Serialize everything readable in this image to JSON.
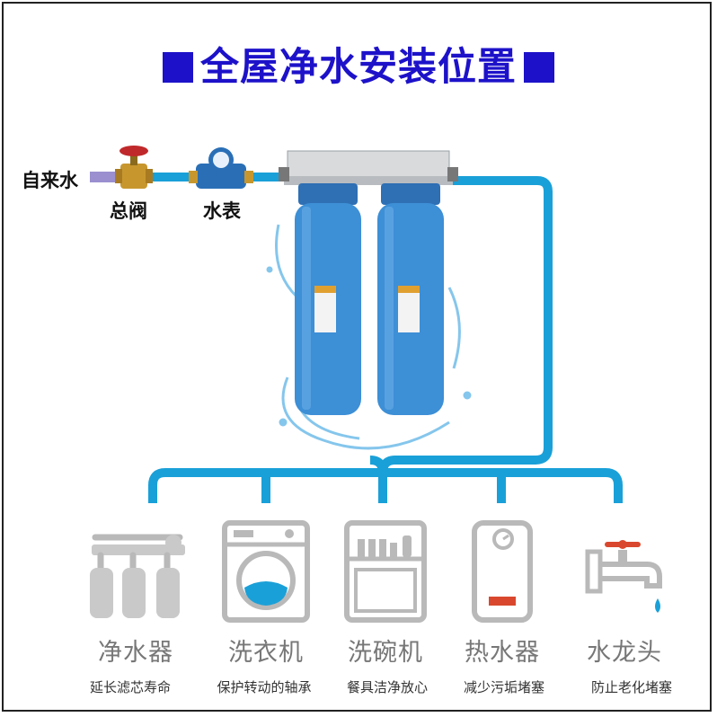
{
  "title": "全屋净水安装位置",
  "labels": {
    "tap_water": "自来水",
    "main_valve": "总阀",
    "water_meter": "水表"
  },
  "colors": {
    "title": "#1d12c9",
    "pipe": "#1aa0d8",
    "filter_blue": "#3d8fd6",
    "icon_gray": "#b9b9b9",
    "text_gray": "#777777"
  },
  "appliances": [
    {
      "name": "净水器",
      "desc": "延长滤芯寿命",
      "icon": "ro-purifier-icon"
    },
    {
      "name": "洗衣机",
      "desc": "保护转动的轴承",
      "icon": "washing-machine-icon"
    },
    {
      "name": "洗碗机",
      "desc": "餐具洁净放心",
      "icon": "dishwasher-icon"
    },
    {
      "name": "热水器",
      "desc": "减少污垢堵塞",
      "icon": "water-heater-icon"
    },
    {
      "name": "水龙头",
      "desc": "防止老化堵塞",
      "icon": "faucet-icon"
    }
  ]
}
